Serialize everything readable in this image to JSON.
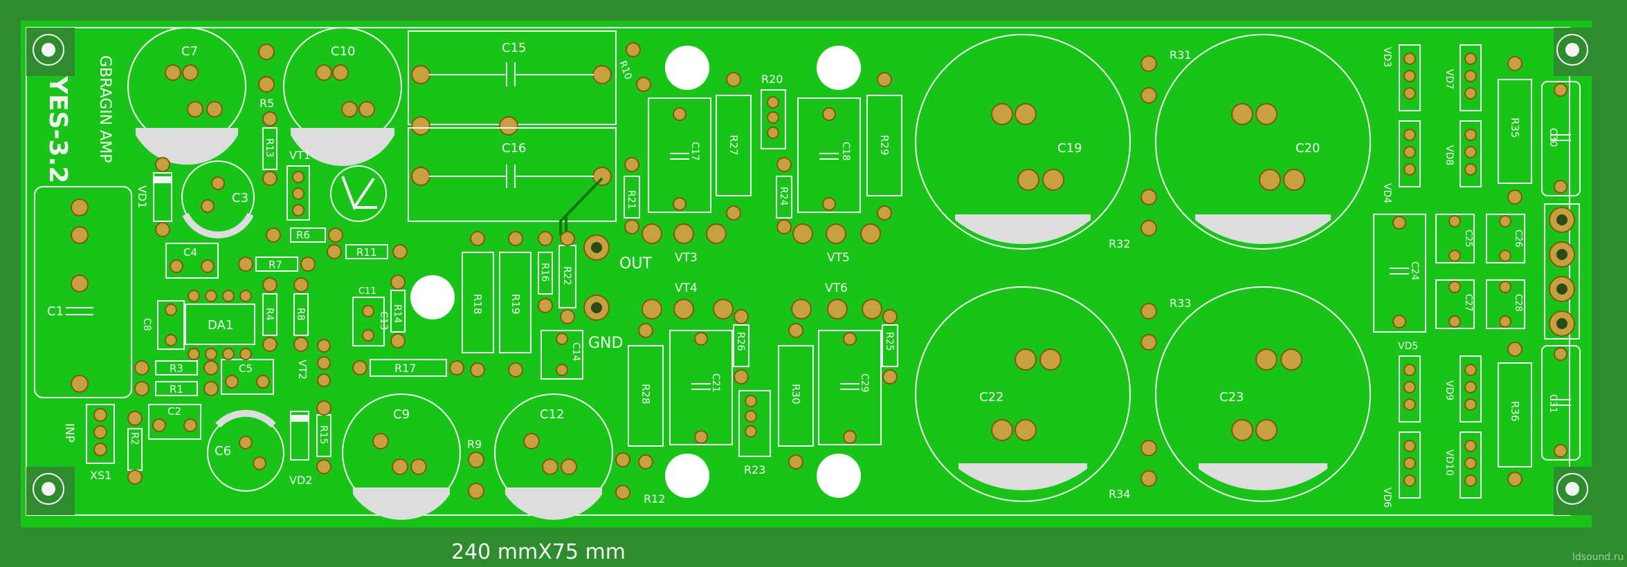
{
  "board": {
    "title": "YES-3.2",
    "author": "GBRAGIN AMP",
    "dimensions": "240 mmX75 mm",
    "watermark": "ldsound.ru",
    "colors": {
      "background": "#2e8b2e",
      "board": "#19c419",
      "silk": "#f4f4f4",
      "pad": "#c8a040"
    }
  },
  "terminals": {
    "out": "OUT",
    "gnd": "GND"
  },
  "labels": {
    "c7": "C7",
    "c10": "C10",
    "c15": "C15",
    "c16": "C16",
    "c3": "C3",
    "c1": "C1",
    "c4": "C4",
    "c6": "C6",
    "c9": "C9",
    "c12": "C12",
    "c2": "C2",
    "c5": "C5",
    "c8": "C8",
    "c11": "C11",
    "c13": "C13",
    "c14": "C14",
    "c17": "C17",
    "c18": "C18",
    "c19": "C19",
    "c20": "C20",
    "c21": "C21",
    "c22": "C22",
    "c23": "C23",
    "c24": "C24",
    "c25": "C25",
    "c26": "C26",
    "c27": "C27",
    "c28": "C28",
    "c29": "C29",
    "c30": "C30",
    "c31": "C31",
    "r1": "R1",
    "r2": "R2",
    "r3": "R3",
    "r4": "R4",
    "r5": "R5",
    "r6": "R6",
    "r7": "R7",
    "r8": "R8",
    "r9": "R9",
    "r10": "R10",
    "r11": "R11",
    "r12": "R12",
    "r13": "R13",
    "r14": "R14",
    "r15": "R15",
    "r16": "R16",
    "r17": "R17",
    "r18": "R18",
    "r19": "R19",
    "r20": "R20",
    "r21": "R21",
    "r22": "R22",
    "r23": "R23",
    "r24": "R24",
    "r25": "R25",
    "r26": "R26",
    "r27": "R27",
    "r28": "R28",
    "r29": "R29",
    "r30": "R30",
    "r31": "R31",
    "r32": "R32",
    "r33": "R33",
    "r34": "R34",
    "r35": "R35",
    "r36": "R36",
    "vt1": "VT1",
    "vt2": "VT2",
    "vt3": "VT3",
    "vt4": "VT4",
    "vt5": "VT5",
    "vt6": "VT6",
    "vd1": "VD1",
    "vd2": "VD2",
    "vd3": "VD3",
    "vd4": "VD4",
    "vd5": "VD5",
    "vd6": "VD6",
    "vd7": "VD7",
    "vd8": "VD8",
    "vd9": "VD9",
    "vd10": "VD10",
    "da1": "DA1",
    "xs1": "XS1",
    "inp": "INP"
  }
}
